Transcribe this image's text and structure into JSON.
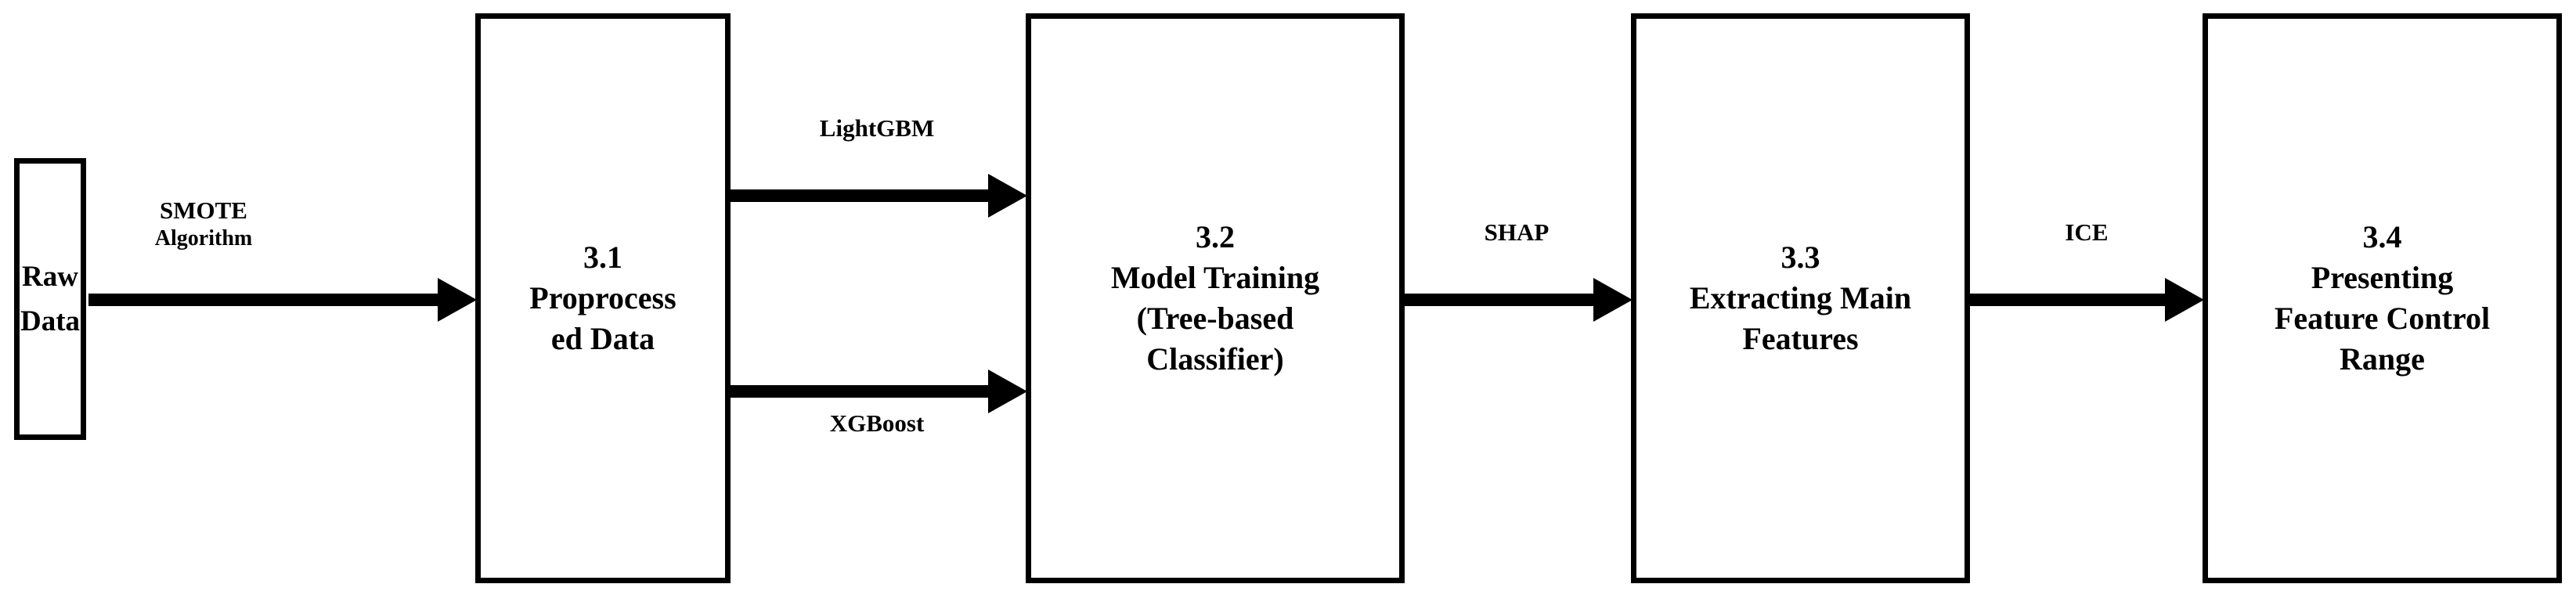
{
  "diagram": {
    "title": "Methodology Flowchart",
    "background_color": "#ffffff",
    "stroke_color": "#000000",
    "nodes": [
      {
        "id": "raw-data",
        "label": "Raw Data",
        "lines": [
          "Raw",
          "Data"
        ]
      },
      {
        "id": "preprocessed-data",
        "label": "3.1 Proprocessed Data",
        "lines": [
          "3.1",
          "Proprocess",
          "ed Data"
        ]
      },
      {
        "id": "model-training",
        "label": "3.2 Model Training (Tree-based Classifier)",
        "lines": [
          "3.2",
          "Model Training",
          "(Tree-based",
          "Classifier)"
        ]
      },
      {
        "id": "extracting-main-features",
        "label": "3.3 Extracting Main Features",
        "lines": [
          "3.3",
          "Extracting Main",
          "Features"
        ]
      },
      {
        "id": "presenting-feature-control-range",
        "label": "3.4 Presenting Feature Control Range",
        "lines": [
          "3.4",
          "Presenting",
          "Feature Control",
          "Range"
        ]
      }
    ],
    "edges": [
      {
        "id": "smote",
        "from": "raw-data",
        "to": "preprocessed-data",
        "label_lines": [
          "SMOTE",
          "Algorithm"
        ],
        "label_position": "above"
      },
      {
        "id": "lightgbm",
        "from": "preprocessed-data",
        "to": "model-training",
        "label": "LightGBM",
        "label_position": "above"
      },
      {
        "id": "xgboost",
        "from": "preprocessed-data",
        "to": "model-training",
        "label": "XGBoost",
        "label_position": "below"
      },
      {
        "id": "shap",
        "from": "model-training",
        "to": "extracting-main-features",
        "label": "SHAP",
        "label_position": "above"
      },
      {
        "id": "ice",
        "from": "extracting-main-features",
        "to": "presenting-feature-control-range",
        "label": "ICE",
        "label_position": "above"
      }
    ]
  }
}
